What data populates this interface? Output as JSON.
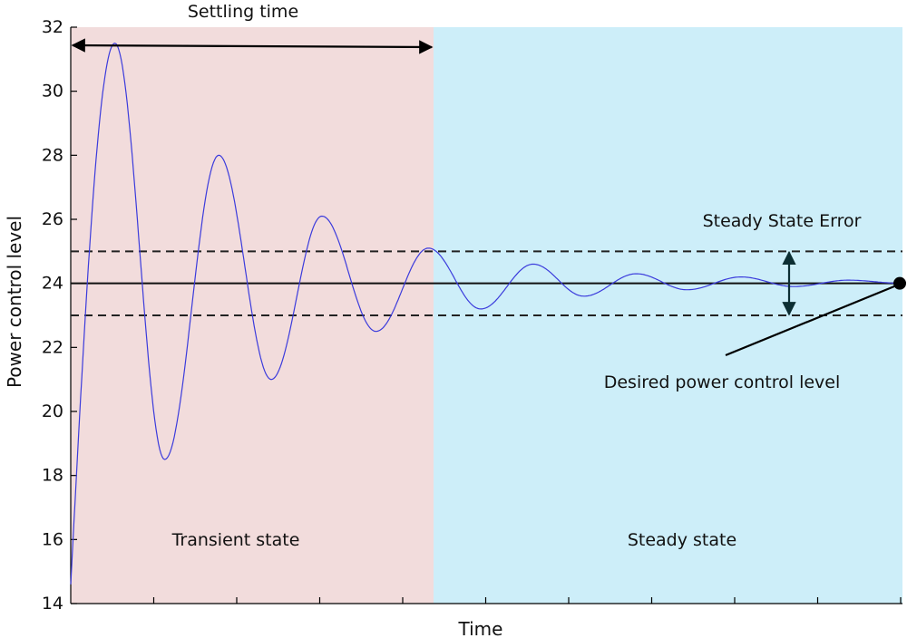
{
  "chart_data": {
    "type": "line",
    "title": "",
    "xlabel": "Time",
    "ylabel": "Power control level",
    "ylim": [
      14,
      32
    ],
    "y_ticks": [
      14,
      16,
      18,
      20,
      22,
      24,
      26,
      28,
      30,
      32
    ],
    "x_tick_labels": [],
    "grid": false,
    "regions": [
      {
        "name": "Transient state",
        "color": "#f2dcdc"
      },
      {
        "name": "Steady state",
        "color": "#cdeef9"
      }
    ],
    "reference_lines": {
      "desired": 24,
      "upper_band": 25,
      "lower_band": 23
    },
    "annotations": {
      "settling_time": "Settling time",
      "steady_state_error": "Steady State Error",
      "desired_level": "Desired power control level"
    },
    "series": [
      {
        "color": "#3b3bdc",
        "response": {
          "start": 14.6,
          "peaks": [
            {
              "x": 0.053,
              "y": 31.5
            },
            {
              "x": 0.113,
              "y": 18.5
            },
            {
              "x": 0.178,
              "y": 28.0
            },
            {
              "x": 0.241,
              "y": 21.0
            },
            {
              "x": 0.302,
              "y": 26.1
            },
            {
              "x": 0.367,
              "y": 22.5
            },
            {
              "x": 0.43,
              "y": 25.1
            },
            {
              "x": 0.493,
              "y": 23.2
            },
            {
              "x": 0.556,
              "y": 24.6
            },
            {
              "x": 0.617,
              "y": 23.6
            },
            {
              "x": 0.68,
              "y": 24.3
            },
            {
              "x": 0.741,
              "y": 23.8
            },
            {
              "x": 0.806,
              "y": 24.2
            },
            {
              "x": 0.869,
              "y": 23.9
            },
            {
              "x": 0.935,
              "y": 24.1
            },
            {
              "x": 1.0,
              "y": 24.0
            }
          ]
        }
      }
    ],
    "settling_time_fraction": 0.438
  }
}
